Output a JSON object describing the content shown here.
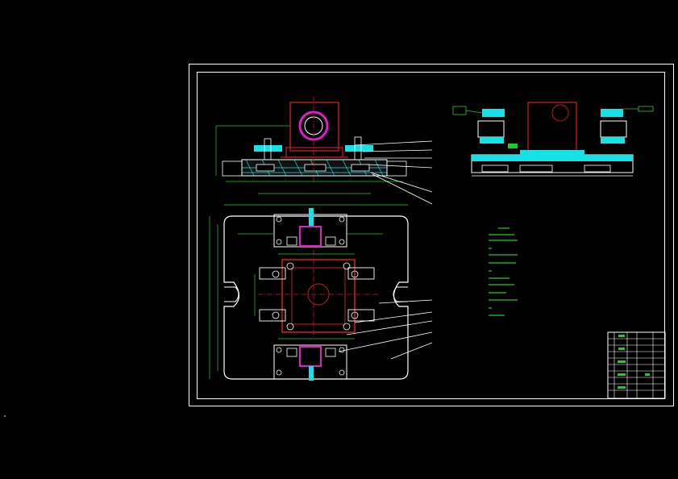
{
  "drawing": {
    "type": "CAD fixture assembly drawing",
    "colors": {
      "background": "#000000",
      "frame": "#ffffff",
      "outline": "#ffffff",
      "part": "#cc1a1a",
      "bearing": "#e01ec8",
      "clamp": "#17e0e6",
      "dimension": "#22cc22",
      "notes": "#22cc22",
      "hatch": "#17e0e6"
    },
    "views": [
      "front-section-view",
      "side-view",
      "plan-view"
    ],
    "notes_present": true,
    "title_block_present": true
  }
}
